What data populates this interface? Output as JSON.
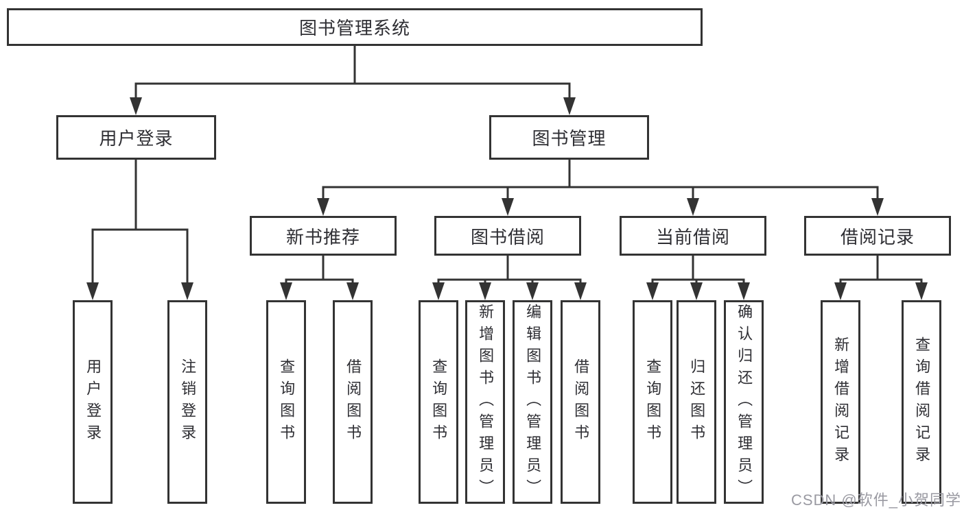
{
  "tree": {
    "root": "图书管理系统",
    "level2": [
      "用户登录",
      "图书管理"
    ],
    "level3": [
      "新书推荐",
      "图书借阅",
      "当前借阅",
      "借阅记录"
    ],
    "leaves": {
      "user_login": [
        "用户登录",
        "注销登录"
      ],
      "new_books": [
        "查询图书",
        "借阅图书"
      ],
      "book_borrow": [
        "查询图书",
        "新增图书（管理员）",
        "编辑图书（管理员）",
        "借阅图书"
      ],
      "current_borrow": [
        "查询图书",
        "归还图书",
        "确认归还（管理员）"
      ],
      "borrow_records": [
        "新增借阅记录",
        "查询借阅记录"
      ]
    }
  },
  "watermark": "CSDN @软件_小贺同学",
  "colors": {
    "line": "#333333",
    "text": "#2e2e33",
    "watermark": "#9a9aa2",
    "background": "#ffffff"
  }
}
